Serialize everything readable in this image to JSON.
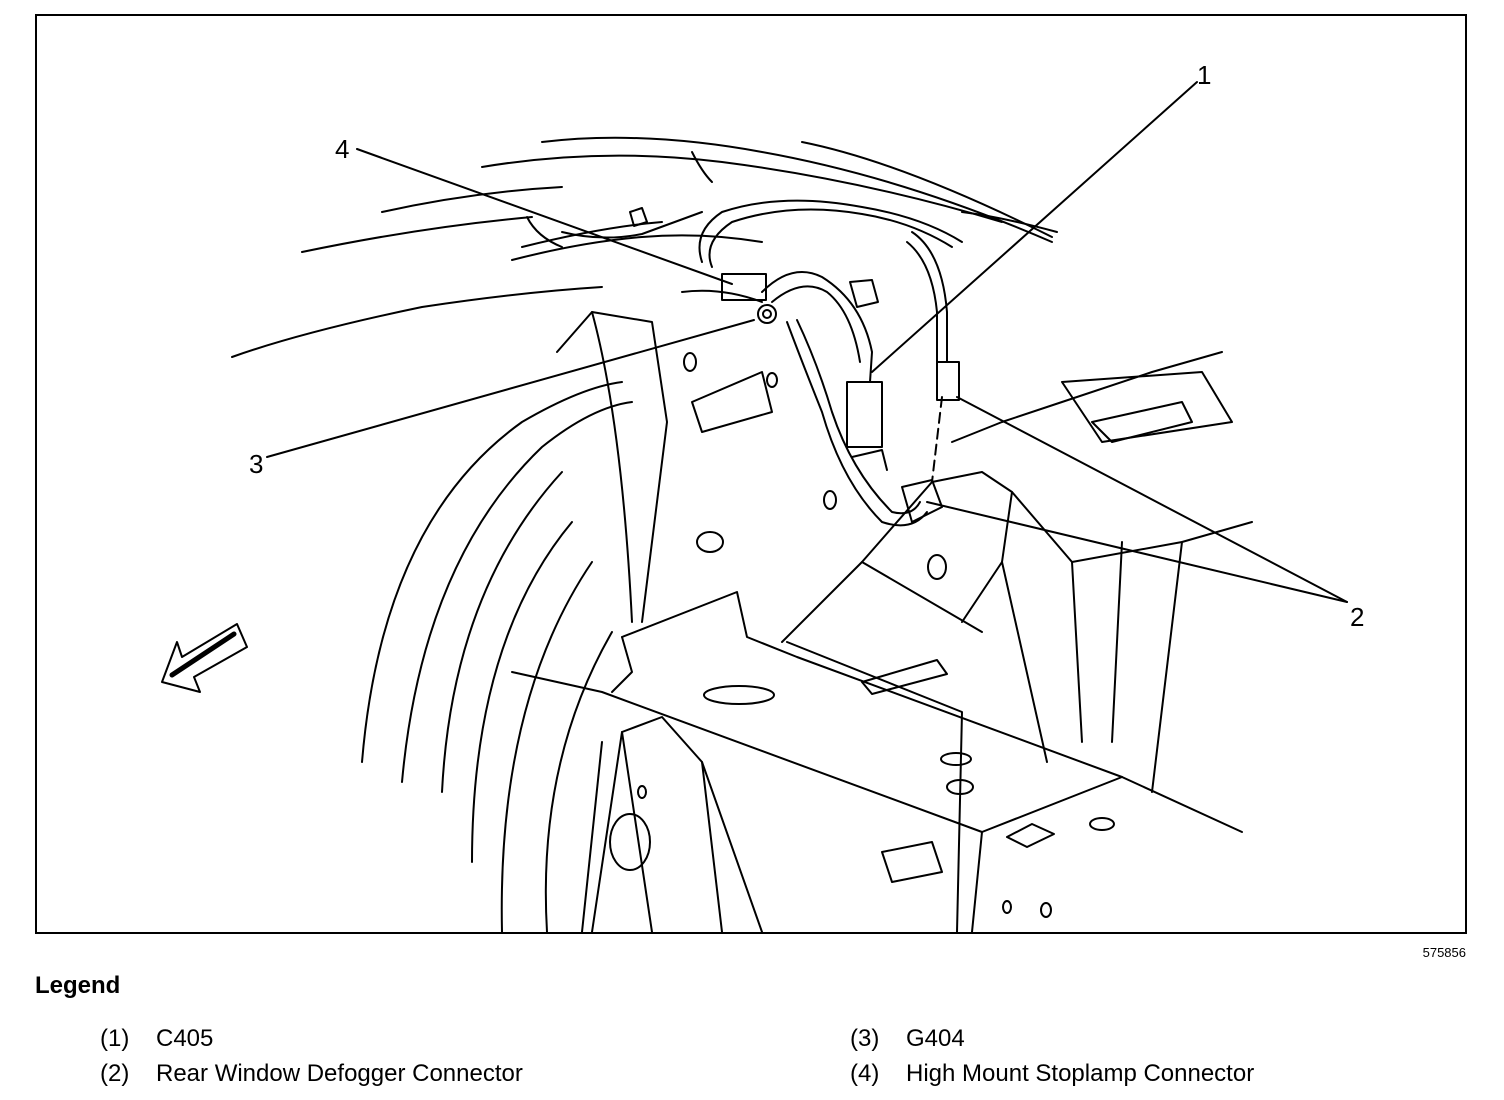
{
  "callouts": {
    "c1": "1",
    "c2": "2",
    "c3": "3",
    "c4": "4"
  },
  "figure_id": "575856",
  "legend": {
    "title": "Legend",
    "items": [
      {
        "num": "(1)",
        "label": "C405"
      },
      {
        "num": "(2)",
        "label": "Rear Window Defogger Connector"
      },
      {
        "num": "(3)",
        "label": "G404"
      },
      {
        "num": "(4)",
        "label": "High Mount Stoplamp Connector"
      }
    ]
  }
}
